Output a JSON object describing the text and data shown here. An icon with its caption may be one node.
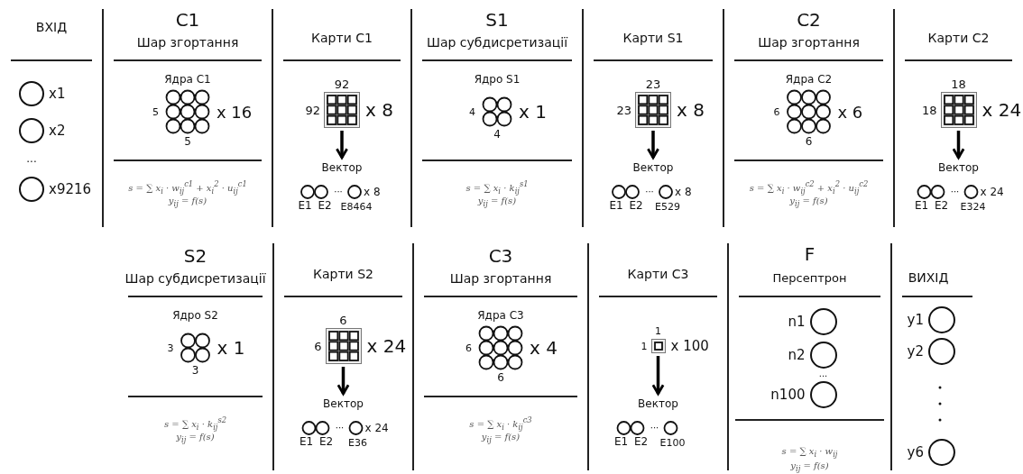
{
  "diagram": {
    "nodes": [
      {
        "text": [],
        "shape": "circle",
        "beside": [
          "x1"
        ]
      },
      {
        "text": [],
        "shape": "circle",
        "beside": [
          "x2"
        ]
      },
      {
        "text": [],
        "shape": "circle",
        "beside": [
          "x9216"
        ]
      },
      {
        "text": [],
        "shape": "box",
        "beside": [
          "92",
          "92",
          "x 8"
        ]
      },
      {
        "text": [
          "Вектор"
        ],
        "beside": [
          "E1",
          "E2",
          "···",
          "E8464",
          "x 8"
        ]
      },
      {
        "text": [],
        "shape": "box",
        "beside": [
          "23",
          "23",
          "x 8"
        ]
      },
      {
        "text": [
          "Вектор"
        ],
        "beside": [
          "E1",
          "E2",
          "···",
          "E529",
          "x 8"
        ]
      },
      {
        "text": [],
        "shape": "box",
        "beside": [
          "18",
          "18",
          "x 24"
        ]
      },
      {
        "text": [
          "Вектор"
        ],
        "beside": [
          "E1",
          "E2",
          "···",
          "E324",
          "x 24"
        ]
      },
      {
        "text": [],
        "shape": "box",
        "beside": [
          "6",
          "6",
          "x 24"
        ]
      },
      {
        "text": [
          "Вектор"
        ],
        "beside": [
          "E1",
          "E2",
          "···",
          "E36",
          "x 24"
        ]
      },
      {
        "text": [],
        "shape": "box",
        "beside": [
          "1",
          "1",
          "x 100"
        ]
      },
      {
        "text": [
          "Вектор"
        ],
        "beside": [
          "E1",
          "E2",
          "···",
          "E100"
        ]
      },
      {
        "text": [],
        "shape": "circle",
        "beside": [
          "n1"
        ]
      },
      {
        "text": [],
        "shape": "circle",
        "beside": [
          "n2"
        ]
      },
      {
        "text": [],
        "shape": "circle",
        "beside": [
          "n100"
        ]
      },
      {
        "text": [],
        "shape": "circle",
        "beside": [
          "y1"
        ]
      },
      {
        "text": [],
        "shape": "circle",
        "beside": [
          "y2"
        ]
      },
      {
        "text": [],
        "shape": "circle",
        "beside": [
          "y6"
        ]
      }
    ],
    "edges": [
      {
        "from": 3,
        "to": 4,
        "arrow": "to"
      },
      {
        "from": 5,
        "to": 6,
        "arrow": "to"
      },
      {
        "from": 7,
        "to": 8,
        "arrow": "to"
      },
      {
        "from": 9,
        "to": 10,
        "arrow": "to"
      },
      {
        "from": 11,
        "to": 12,
        "arrow": "to"
      }
    ],
    "labels": [
      "ВХІД",
      "...",
      "C1",
      "Шар згортання",
      "Ядра C1",
      "5",
      "x 16",
      "5",
      "s = ∑ x$_{i}$ · w$_{ij}$$^{c1}$ + x$_{i}$$^{2}$ · u$_{ij}$$^{c1}$",
      "y$_{ij}$ = f(s)",
      "Карти C1",
      "S1",
      "Шар субдисретизації",
      "Ядро S1",
      "4",
      "x 1",
      "4",
      "s = ∑ x$_{i}$ · k$_{ij}$$^{s1}$",
      "y$_{ij}$ = f(s)",
      "Карти S1",
      "C2",
      "Шар згортання",
      "Ядра C2",
      "6",
      "x 6",
      "6",
      "s = ∑ x$_{i}$ · w$_{ij}$$^{c2}$ + x$_{i}$$^{2}$ · u$_{ij}$$^{c2}$",
      "y$_{ij}$ = f(s)",
      "Карти C2",
      "S2",
      "Шар субдисретизації",
      "Ядро S2",
      "3",
      "x 1",
      "3",
      "s = ∑ x$_{i}$ · k$_{ij}$$^{s2}$",
      "y$_{ij}$ = f(s)",
      "Карти S2",
      "C3",
      "Шар згортання",
      "Ядра C3",
      "6",
      "x 4",
      "6",
      "s = ∑ x$_{i}$ · k$_{ij}$$^{c3}$",
      "y$_{ij}$ = f(s)",
      "Карти C3",
      "F",
      "Персептрон",
      "...",
      "s = ∑ x$_{i}$ · w$_{ij}$",
      "y$_{ij}$ = f(s)",
      "ВИХІД"
    ]
  }
}
